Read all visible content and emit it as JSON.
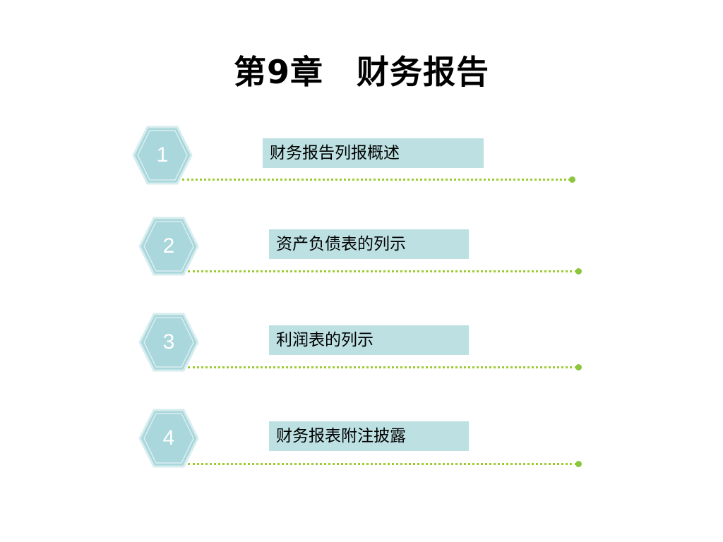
{
  "title": "第9章　财务报告",
  "colors": {
    "hex_fill": "#a9d7dc",
    "hex_stroke": "#d6ecee",
    "label_bg": "#bde0e2",
    "line": "#9acd32"
  },
  "items": [
    {
      "number": "1",
      "label": "财务报告列报概述"
    },
    {
      "number": "2",
      "label": "资产负债表的列示"
    },
    {
      "number": "3",
      "label": "利润表的列示"
    },
    {
      "number": "4",
      "label": "财务报表附注披露"
    }
  ]
}
